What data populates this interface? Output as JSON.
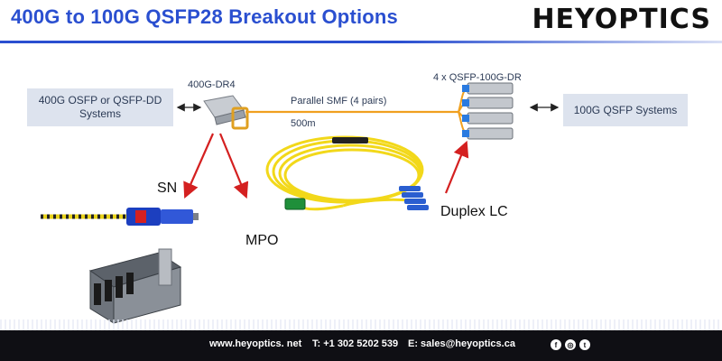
{
  "header": {
    "title": "400G to 100G QSFP28 Breakout Options",
    "logo_text": "HEYOPTICS",
    "accent_color": "#2a4fd0"
  },
  "diagram": {
    "left_box": "400G OSFP or QSFP-DD\nSystems",
    "transceiver_label": "400G-DR4",
    "link_label": "Parallel SMF (4 pairs)",
    "distance_label": "500m",
    "breakout_label": "4 x QSFP-100G-DR",
    "right_box": "100G QSFP Systems",
    "fiber_color": "#f0a020",
    "arrow_color": "#d42020"
  },
  "callouts": {
    "sn": "SN",
    "mpo": "MPO",
    "duplex_lc": "Duplex LC"
  },
  "footer": {
    "website": "www.heyoptics. net",
    "phone": "T: +1 302 5202 539",
    "email": "E: sales@heyoptics.ca",
    "social_icons": [
      "facebook-icon",
      "instagram-icon",
      "twitter-icon"
    ]
  }
}
